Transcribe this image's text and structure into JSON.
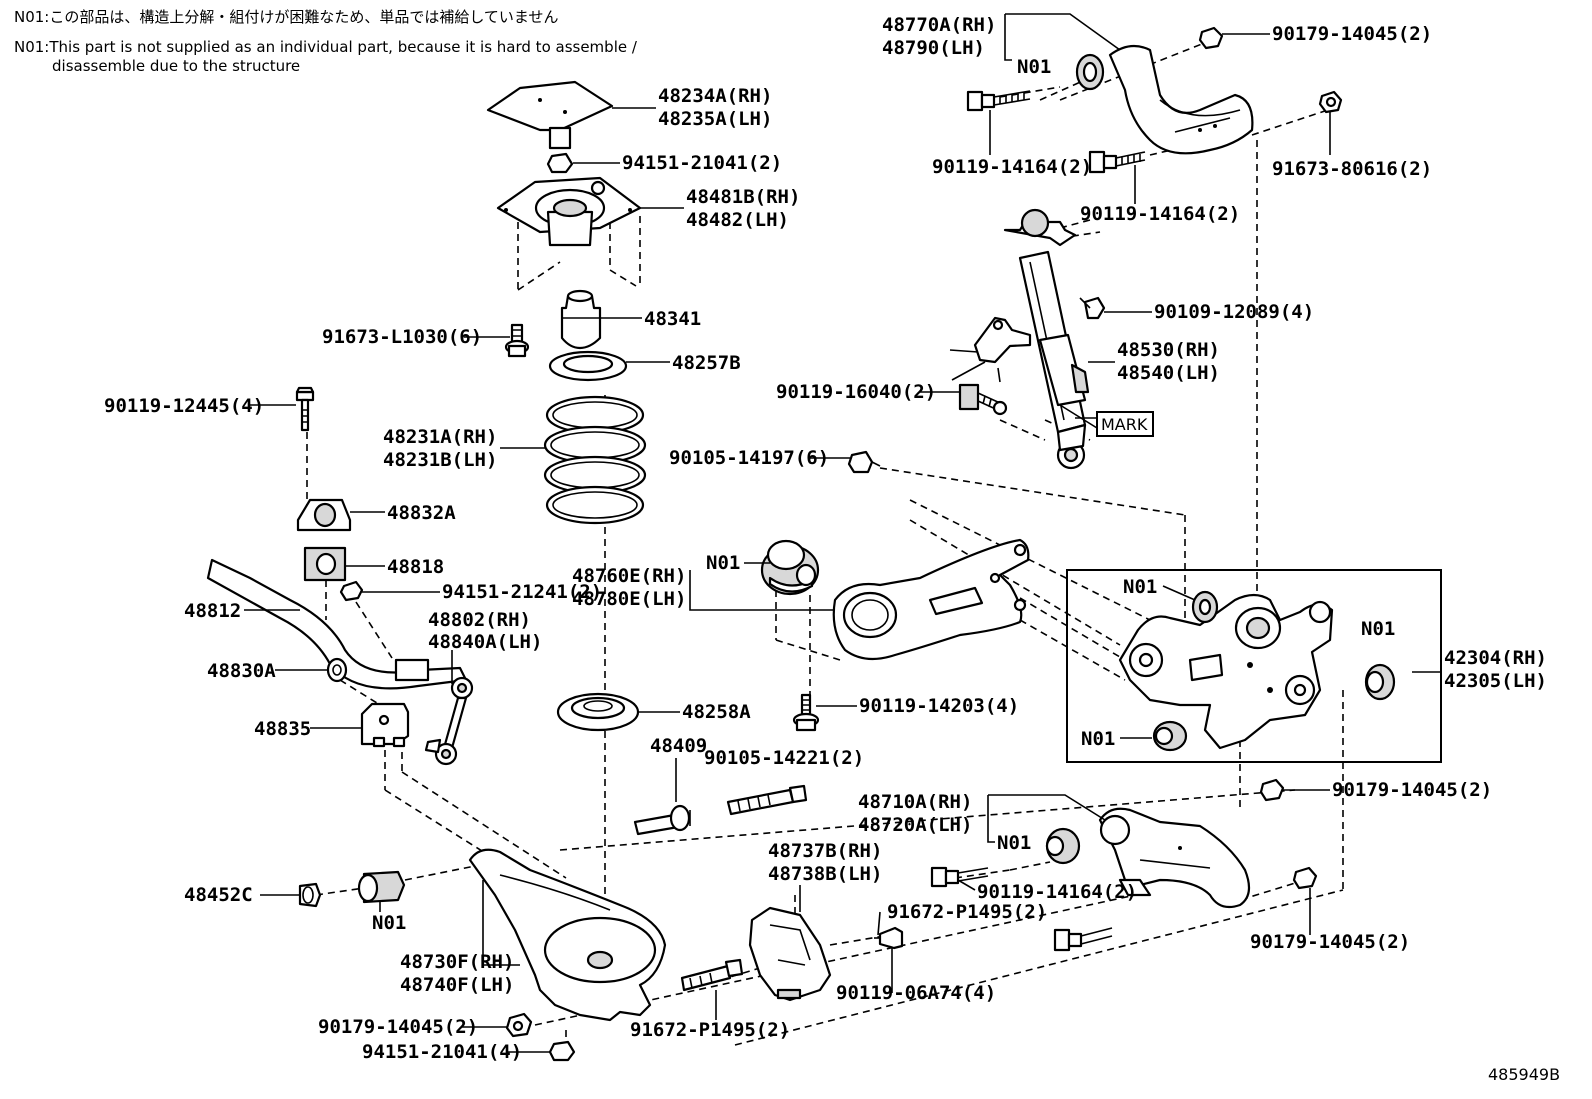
{
  "notes": {
    "jp": "N01:この部品は、構造上分解・組付けが困難なため、単品では補給していません",
    "en_1": "N01:This part is not supplied as an individual part, because it is hard to assemble /",
    "en_2": "disassemble due to the structure"
  },
  "figure_id": "485949B",
  "mark_label": "MARK",
  "parts": {
    "p48234a": "48234A(RH)",
    "p48235a": "48235A(LH)",
    "p94151_21041_2": "94151-21041(2)",
    "p48481b": "48481B(RH)",
    "p48482": "48482(LH)",
    "p48341": "48341",
    "p91673_l1030": "91673-L1030(6)",
    "p48257b": "48257B",
    "p90119_12445": "90119-12445(4)",
    "p48231a": "48231A(RH)",
    "p48231b": "48231B(LH)",
    "p48832a": "48832A",
    "p48818": "48818",
    "p94151_21241": "94151-21241(2)",
    "p48812": "48812",
    "p48802": "48802(RH)",
    "p48840a": "48840A(LH)",
    "p48830a": "48830A",
    "p48835": "48835",
    "p48760e": "48760E(RH)",
    "p48780e": "48780E(LH)",
    "n01_a": "N01",
    "p48258a": "48258A",
    "p90119_14203": "90119-14203(4)",
    "p48409": "48409",
    "p90105_14221": "90105-14221(2)",
    "p90105_14197": "90105-14197(6)",
    "p48770a": "48770A(RH)",
    "p48790": "48790(LH)",
    "n01_b": "N01",
    "p90179_14045_top": "90179-14045(2)",
    "p90119_14164_a": "90119-14164(2)",
    "p91673_80616": "91673-80616(2)",
    "p90119_14164_b": "90119-14164(2)",
    "p90109_12089": "90109-12089(4)",
    "p48530": "48530(RH)",
    "p48540": "48540(LH)",
    "p90119_16040": "90119-16040(2)",
    "n01_c": "N01",
    "n01_d": "N01",
    "n01_e": "N01",
    "p42304": "42304(RH)",
    "p42305": "42305(LH)",
    "p90179_14045_mid": "90179-14045(2)",
    "p48710a": "48710A(RH)",
    "p48720a": "48720A(LH)",
    "n01_f": "N01",
    "p90119_14164_c": "90119-14164(2)",
    "p48737b": "48737B(RH)",
    "p48738b": "48738B(LH)",
    "p91672_p1495_a": "91672-P1495(2)",
    "p90179_14045_r": "90179-14045(2)",
    "p48452c": "48452C",
    "n01_g": "N01",
    "p48730f": "48730F(RH)",
    "p48740f": "48740F(LH)",
    "p90119_06a74": "90119-06A74(4)",
    "p90179_14045_bl": "90179-14045(2)",
    "p91672_p1495_b": "91672-P1495(2)",
    "p94151_21041_4": "94151-21041(4)"
  }
}
